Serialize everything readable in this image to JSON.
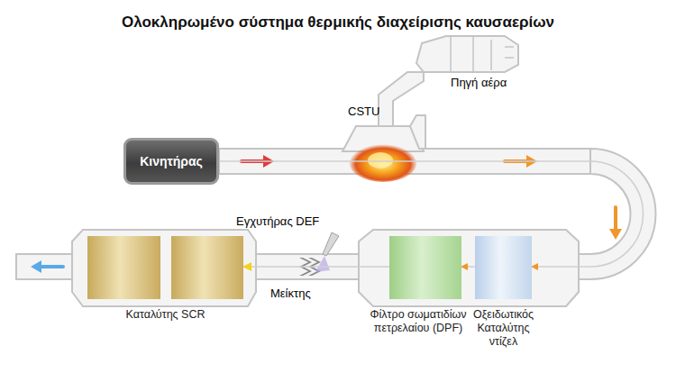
{
  "diagram": {
    "title": "Ολοκληρωμένο σύστημα θερμικής διαχείρισης καυσαερίων",
    "nodes": [
      {
        "text": [
          "Κινητήρας"
        ]
      },
      {
        "text": [
          "Οξειδωτικός Καταλύτης ντίζελ"
        ]
      },
      {
        "text": [
          "Φίλτρο σωματιδίων πετρελαίου (DPF)"
        ]
      },
      {
        "text": [
          "Καταλύτης SCR"
        ]
      }
    ],
    "edges": [
      {
        "from": 0,
        "to": 1,
        "arrow": "to"
      },
      {
        "from": 1,
        "to": 2,
        "arrow": "to"
      },
      {
        "from": 2,
        "to": 3,
        "arrow": "to"
      }
    ],
    "labels": [
      "CSTU",
      "Πηγή αέρα",
      "Εγχυτήρας DEF",
      "Μείκτης"
    ]
  }
}
